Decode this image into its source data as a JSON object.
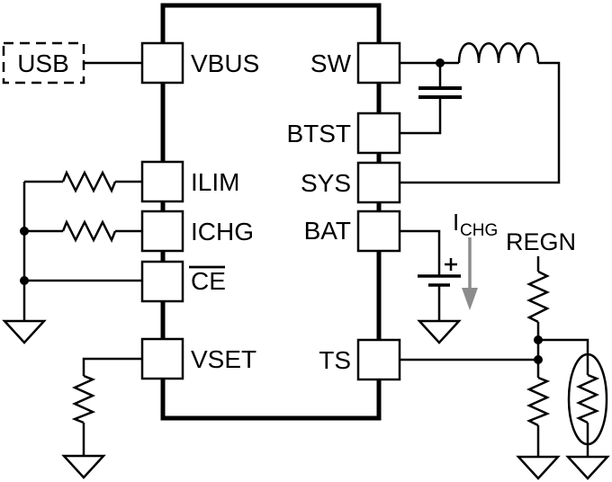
{
  "diagram": {
    "type": "circuit-schematic",
    "description": "USB battery charger IC application schematic",
    "colors": {
      "wire": "#000000",
      "background": "#ffffff",
      "current_arrow": "#8c8c8c"
    }
  },
  "ic": {
    "left_pins": [
      {
        "label": "VBUS"
      },
      {
        "label": "ILIM"
      },
      {
        "label": "ICHG"
      },
      {
        "label": "CE",
        "overline": true
      },
      {
        "label": "VSET"
      }
    ],
    "right_pins": [
      {
        "label": "SW"
      },
      {
        "label": "BTST"
      },
      {
        "label": "SYS"
      },
      {
        "label": "BAT"
      },
      {
        "label": "TS"
      }
    ]
  },
  "labels": {
    "usb": "USB",
    "regn": "REGN",
    "charge_current": {
      "base": "I",
      "subscript": "CHG"
    }
  },
  "components": [
    {
      "id": "usb-source",
      "type": "usb-input",
      "connects": [
        "VBUS"
      ]
    },
    {
      "id": "r-ilim",
      "type": "resistor",
      "connects": [
        "ILIM",
        "GND"
      ]
    },
    {
      "id": "r-ichg",
      "type": "resistor",
      "connects": [
        "ICHG",
        "GND"
      ]
    },
    {
      "id": "ce-ground-tie",
      "type": "wire",
      "connects": [
        "CE",
        "GND"
      ]
    },
    {
      "id": "r-vset",
      "type": "resistor",
      "connects": [
        "VSET",
        "GND"
      ]
    },
    {
      "id": "c-bootstrap",
      "type": "capacitor",
      "connects": [
        "SW",
        "BTST"
      ]
    },
    {
      "id": "l-buck",
      "type": "inductor",
      "connects": [
        "SW",
        "SYS"
      ]
    },
    {
      "id": "battery",
      "type": "battery",
      "connects": [
        "BAT",
        "GND"
      ]
    },
    {
      "id": "charge-current-arrow",
      "type": "current-flow-indicator",
      "connects": [
        "BAT"
      ]
    },
    {
      "id": "r-regn-pullup",
      "type": "resistor",
      "connects": [
        "REGN",
        "TS"
      ]
    },
    {
      "id": "r-ts-bottom",
      "type": "resistor",
      "connects": [
        "TS",
        "GND"
      ]
    },
    {
      "id": "ntc-thermistor",
      "type": "thermistor",
      "connects": [
        "TS",
        "GND"
      ]
    }
  ]
}
